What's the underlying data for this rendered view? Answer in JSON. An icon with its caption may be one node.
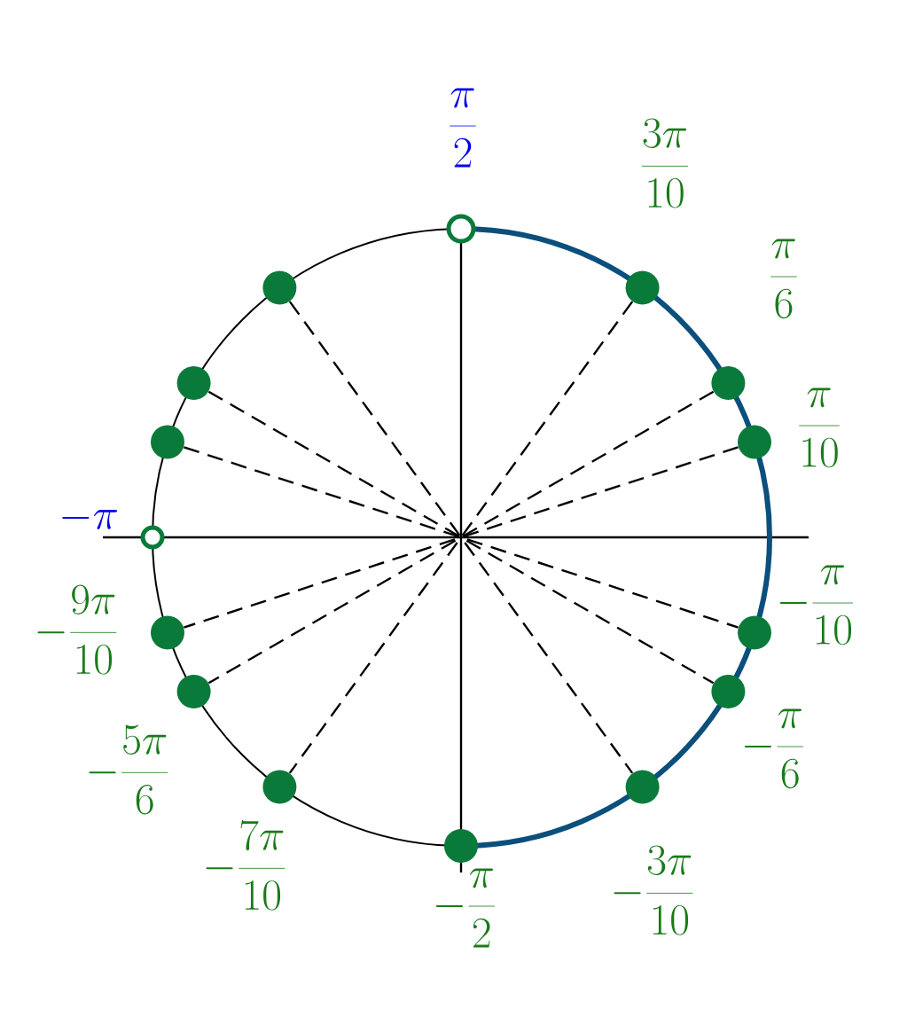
{
  "diagram": {
    "nodes": [
      {
        "text": [],
        "shape": "circle",
        "beside": [
          "\\frac{\\pi}{2}"
        ]
      },
      {
        "text": [],
        "shape": "circle",
        "beside": [
          "\\frac{3\\pi}{10}"
        ]
      },
      {
        "text": [],
        "shape": "circle",
        "beside": [
          "\\frac{\\pi}{6}"
        ]
      },
      {
        "text": [],
        "shape": "circle",
        "beside": [
          "\\frac{\\pi}{10}"
        ]
      },
      {
        "text": [],
        "shape": "circle"
      },
      {
        "text": [],
        "shape": "circle"
      },
      {
        "text": [],
        "shape": "circle"
      },
      {
        "text": [],
        "shape": "circle",
        "beside": [
          "-\\pi"
        ]
      },
      {
        "text": [],
        "shape": "circle",
        "beside": [
          "-\\frac{\\pi}{10}"
        ]
      },
      {
        "text": [],
        "shape": "circle",
        "beside": [
          "-\\frac{\\pi}{6}"
        ]
      },
      {
        "text": [],
        "shape": "circle",
        "beside": [
          "-\\frac{3\\pi}{10}"
        ]
      },
      {
        "text": [],
        "shape": "circle",
        "beside": [
          "-\\frac{\\pi}{2}"
        ]
      },
      {
        "text": [],
        "shape": "circle",
        "beside": [
          "-\\frac{7\\pi}{10}"
        ]
      },
      {
        "text": [],
        "shape": "circle",
        "beside": [
          "-\\frac{5\\pi}{6}"
        ]
      },
      {
        "text": [],
        "shape": "circle",
        "beside": [
          "-\\frac{9\\pi}{10}"
        ]
      }
    ],
    "edges": [
      {
        "from": 4,
        "to": 10,
        "arrow": "none",
        "style": "dashed"
      },
      {
        "from": 5,
        "to": 9,
        "arrow": "none",
        "style": "dashed"
      },
      {
        "from": 6,
        "to": 8,
        "arrow": "none",
        "style": "dashed"
      },
      {
        "from": 1,
        "to": 12,
        "arrow": "none",
        "style": "dashed"
      },
      {
        "from": 2,
        "to": 13,
        "arrow": "none",
        "style": "dashed"
      },
      {
        "from": 3,
        "to": 14,
        "arrow": "none",
        "style": "dashed"
      }
    ]
  }
}
